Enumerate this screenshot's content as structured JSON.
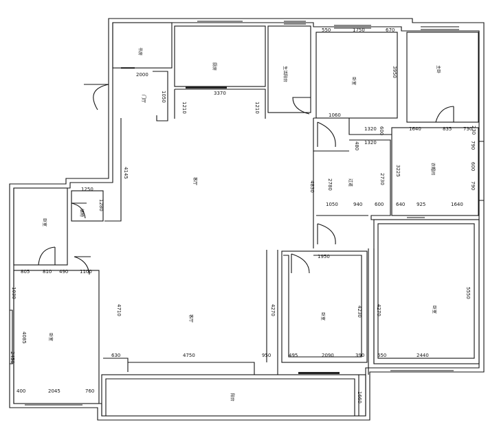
{
  "room_labels": {
    "study": "书房",
    "kitchen": "厨房",
    "balcony_top": "生活阳台",
    "bedroom_top": "卧室",
    "master_top": "主卧",
    "entry": "门厅",
    "cloak": "衣帽间",
    "living": "客厅",
    "corridor": "过道",
    "storage": "储物",
    "bedroom_left": "卧室",
    "left_room": "卧室",
    "living2": "客厅",
    "bedroom_mid": "卧室",
    "bedroom_right": "卧室",
    "balcony_bottom": "阳台"
  },
  "dimensions": {
    "d2000": "2000",
    "d3370": "3370",
    "d1210a": "1210",
    "d1210b": "1210",
    "d1050": "1050",
    "d550": "550",
    "d1750": "1750",
    "d670": "670",
    "d3950": "3950",
    "d230": "230",
    "d1060": "1060",
    "d1320a": "1320",
    "d1320b": "1320",
    "d600a": "600",
    "d480": "480",
    "d1640a": "1640",
    "d835": "835",
    "d730": "730",
    "d790a": "790",
    "d3225": "3225",
    "d600b": "600",
    "d790b": "790",
    "d4145": "4145",
    "d4830": "4830",
    "d2780": "2780",
    "d2730": "2730",
    "d1050b": "1050",
    "d940": "940",
    "d600c": "600",
    "d640": "640",
    "d925": "925",
    "d1640b": "1640",
    "d1250": "1250",
    "d1280": "1280",
    "d805": "805",
    "d810": "810",
    "d490": "490",
    "d1100": "1100",
    "d1030": "1030",
    "d4710": "4710",
    "d4270a": "4270",
    "d1950": "1950",
    "d4230": "4230",
    "d4270b": "4270",
    "d5550": "5550",
    "d4085": "4085",
    "d2450": "2450",
    "d630": "630",
    "d4750": "4750",
    "d950": "950",
    "d495": "495",
    "d2090": "2090",
    "d390": "390",
    "d650": "650",
    "d2440": "2440",
    "d400": "400",
    "d2045": "2045",
    "d760": "760",
    "d1660": "1660"
  }
}
